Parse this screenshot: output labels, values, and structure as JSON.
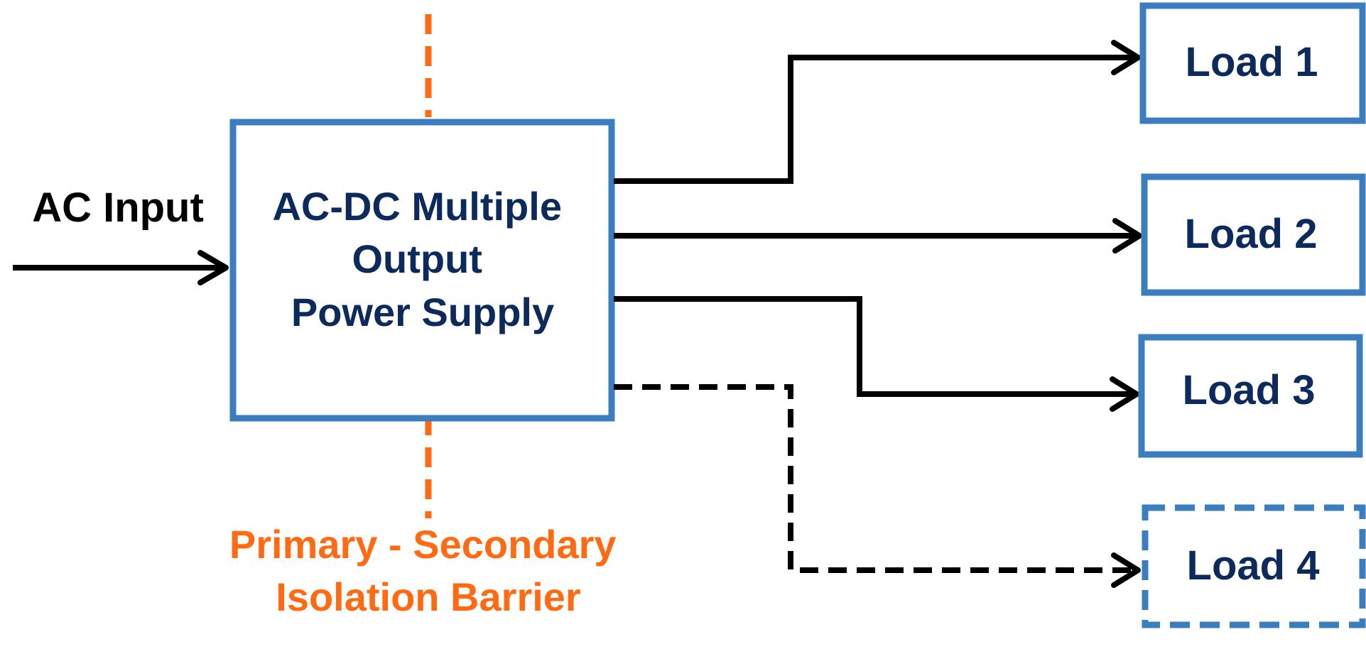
{
  "input": {
    "label": "AC Input"
  },
  "supply": {
    "lines": [
      "AC-DC Multiple",
      "Output",
      "Power Supply"
    ]
  },
  "barrier": {
    "lines": [
      "Primary - Secondary",
      "Isolation Barrier"
    ]
  },
  "loads": [
    {
      "label": "Load 1",
      "style": "solid"
    },
    {
      "label": "Load 2",
      "style": "solid"
    },
    {
      "label": "Load 3",
      "style": "solid"
    },
    {
      "label": "Load 4",
      "style": "dashed"
    }
  ],
  "colors": {
    "box_border": "#3a7ebf",
    "box_text": "#0d2a5c",
    "barrier": "#ff6a13",
    "line": "#000000",
    "input_text": "#000000"
  }
}
